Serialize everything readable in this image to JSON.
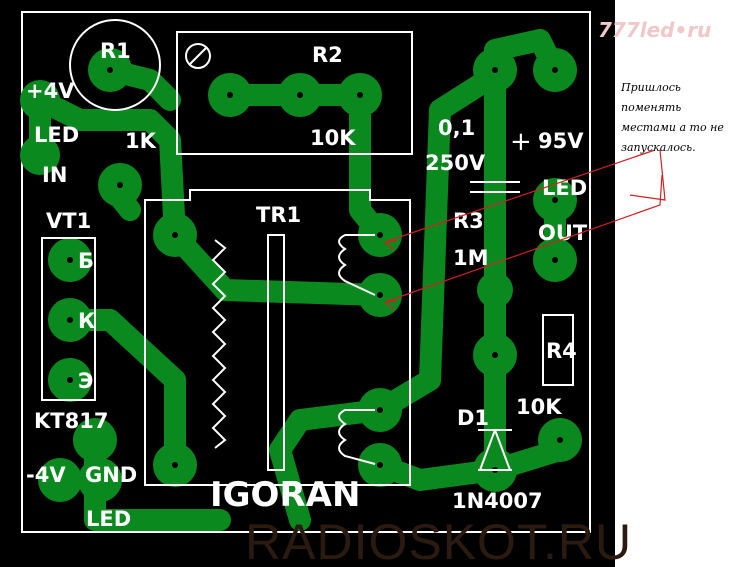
{
  "watermarks": {
    "top": "777led•ru",
    "bottom": "RADIOSKOT.RU"
  },
  "note": "Пришлось поменять местами а то не запускалось.",
  "board": {
    "labels": {
      "r1": "R1",
      "r1_value": "1K",
      "r2": "R2",
      "r2_value": "10K",
      "plus4v": "+4V",
      "led_in_1": "LED",
      "led_in_2": "IN",
      "vt1": "VT1",
      "b": "Б",
      "k": "К",
      "e": "Э",
      "vt_model": "KT817",
      "minus4v": "-4V",
      "gnd": "GND",
      "led_bottom": "LED",
      "tr1": "TR1",
      "author": "IGORAN",
      "c_value": "0,1",
      "c_voltage": "250V",
      "plus": "+",
      "v95": "95V",
      "led_out_1": "LED",
      "led_out_2": "OUT",
      "r3": "R3",
      "r3_value": "1M",
      "r4": "R4",
      "r4_value": "10K",
      "d1": "D1",
      "d1_model": "1N4007"
    },
    "colors": {
      "background": "#000000",
      "copper": "#0a8a1e",
      "silk": "#ffffff",
      "annotation": "#d02020"
    }
  }
}
